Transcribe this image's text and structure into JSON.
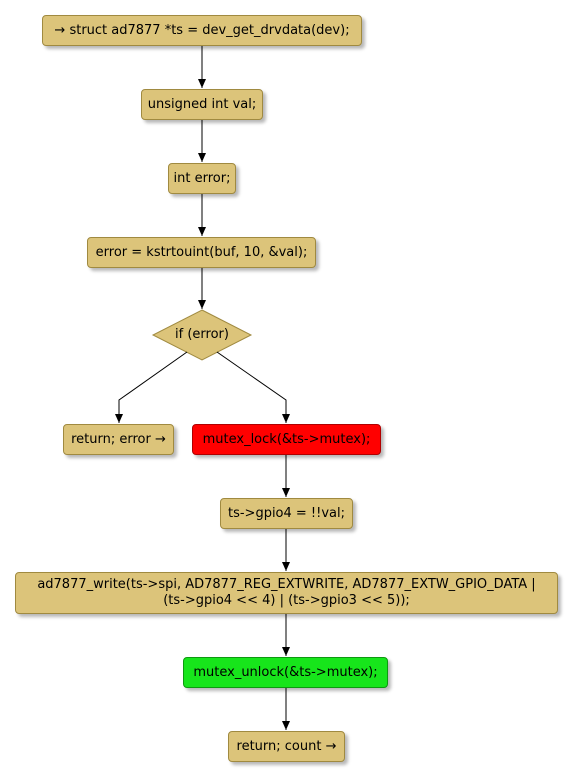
{
  "nodes": {
    "start": "→ struct ad7877 *ts = dev_get_drvdata(dev);",
    "decl_val": "unsigned int val;",
    "decl_error": "int error;",
    "parse": "error = kstrtouint(buf, 10, &val);",
    "condition": "if (error)",
    "return_error": "return; error →",
    "lock": "mutex_lock(&ts->mutex);",
    "assign_gpio": "ts->gpio4 = !!val;",
    "write_line1": "ad7877_write(ts->spi, AD7877_REG_EXTWRITE, AD7877_EXTW_GPIO_DATA |",
    "write_line2": "(ts->gpio4 << 4) | (ts->gpio3 << 5));",
    "unlock": "mutex_unlock(&ts->mutex);",
    "return_count": "return; count →"
  },
  "colors": {
    "node_fill": "#dcc47a",
    "lock_fill": "#ff0000",
    "unlock_fill": "#17e51b",
    "edge": "#000000"
  }
}
